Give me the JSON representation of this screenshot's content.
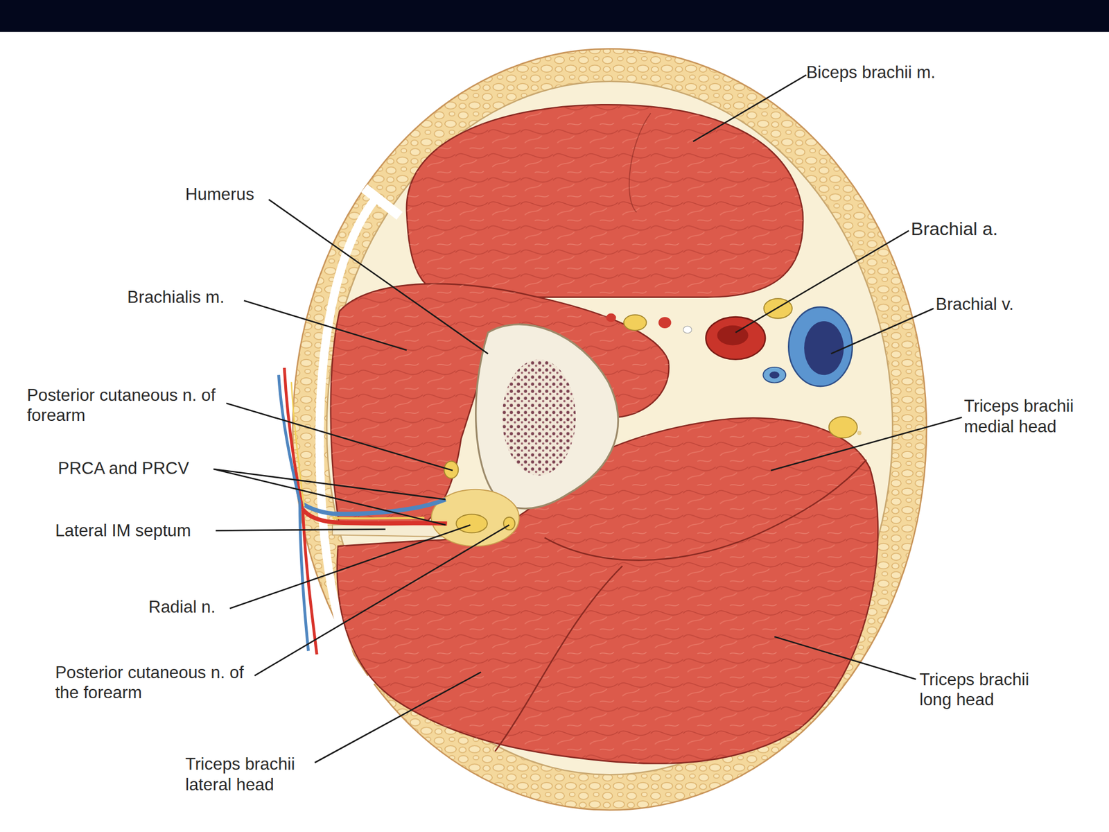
{
  "diagram": {
    "labels": [
      "Biceps brachii m.",
      "Humerus",
      "Brachial a.",
      "Brachialis m.",
      "Brachial v.",
      "Posterior cutaneous n. of forearm",
      "Triceps brachii medial head",
      "PRCA and PRCV",
      "Lateral IM septum",
      "Radial n.",
      "Posterior cutaneous n. of the forearm",
      "Triceps brachii long head",
      "Triceps brachii lateral head"
    ]
  }
}
